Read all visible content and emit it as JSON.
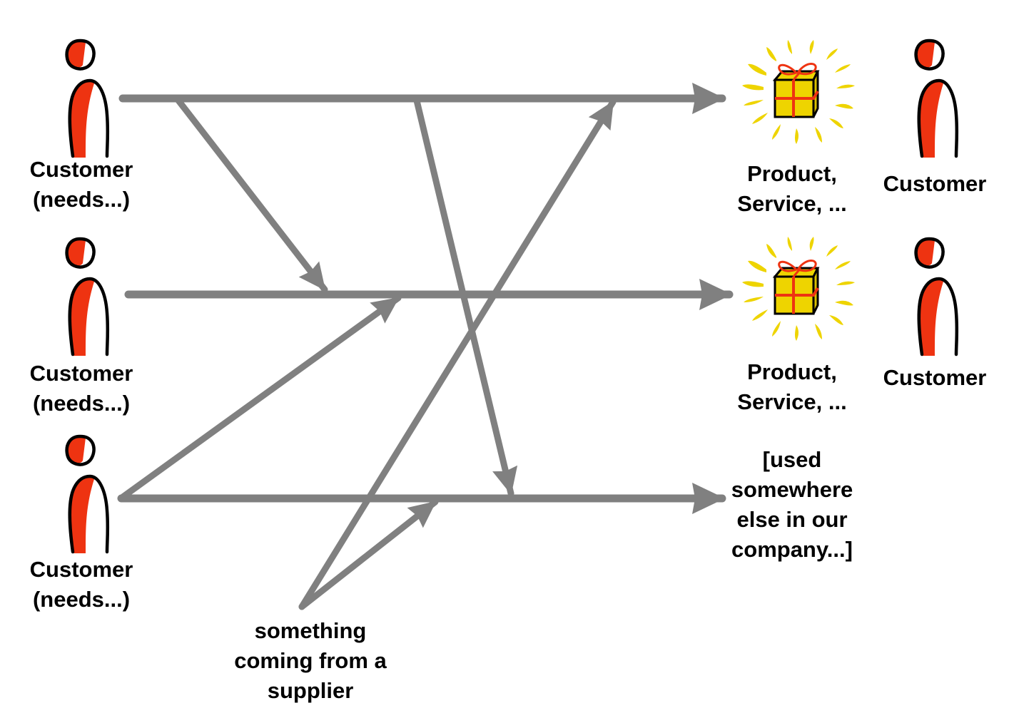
{
  "diagram": {
    "colors": {
      "arrow": "#808080",
      "figure_fill": "#EE3311",
      "figure_outline": "#000000",
      "gift_box": "#EED400",
      "gift_ribbon": "#EE3311",
      "sparkle": "#EED400"
    },
    "left_customers": [
      {
        "label": "Customer\n(needs...)"
      },
      {
        "label": "Customer\n(needs...)"
      },
      {
        "label": "Customer\n(needs...)"
      }
    ],
    "outputs": [
      {
        "label": "Product,\nService, ...",
        "icon": "gift-box-icon"
      },
      {
        "label": "Product,\nService, ...",
        "icon": "gift-box-icon"
      },
      {
        "label": "[used\nsomewhere\nelse in our\ncompany...]"
      }
    ],
    "right_customers": [
      {
        "label": "Customer"
      },
      {
        "label": "Customer"
      }
    ],
    "supplier": {
      "label": "something\ncoming from a\nsupplier"
    },
    "flows": [
      {
        "from": "customer-1",
        "to": "output-1",
        "type": "main"
      },
      {
        "from": "customer-2",
        "to": "output-2",
        "type": "main"
      },
      {
        "from": "customer-3",
        "to": "output-3",
        "type": "main"
      },
      {
        "from": "flow-1",
        "to": "flow-2",
        "type": "cross"
      },
      {
        "from": "flow-1",
        "to": "flow-3",
        "type": "cross"
      },
      {
        "from": "customer-3",
        "to": "flow-2",
        "type": "cross"
      },
      {
        "from": "supplier",
        "to": "flow-1",
        "type": "cross"
      },
      {
        "from": "supplier",
        "to": "flow-3",
        "type": "cross"
      }
    ]
  }
}
